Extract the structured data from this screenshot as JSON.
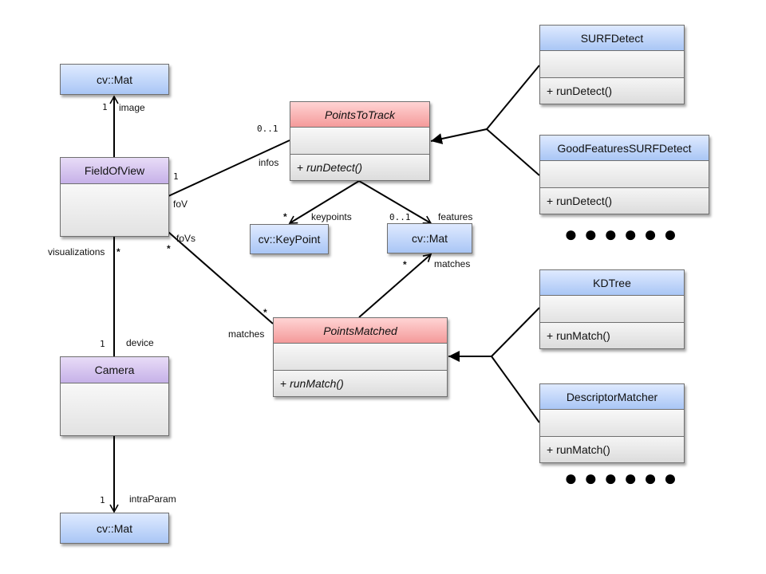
{
  "classes": {
    "cvmat_top": {
      "name": "cv::Mat"
    },
    "fieldofview": {
      "name": "FieldOfView"
    },
    "camera": {
      "name": "Camera"
    },
    "cvmat_bottom": {
      "name": "cv::Mat"
    },
    "pointstotrack": {
      "name": "PointsToTrack",
      "op": "runDetect()",
      "op_prefix": "+ "
    },
    "keypoint": {
      "name": "cv::KeyPoint"
    },
    "cvmat_mid": {
      "name": "cv::Mat"
    },
    "pointsmatched": {
      "name": "PointsMatched",
      "op": "runMatch()",
      "op_prefix": "+ "
    },
    "surfdetect": {
      "name": "SURFDetect",
      "op": "+ runDetect()"
    },
    "goodfeatures": {
      "name": "GoodFeaturesSURFDetect",
      "op": "+ runDetect()"
    },
    "kdtree": {
      "name": "KDTree",
      "op": "+ runMatch()"
    },
    "descriptormatcher": {
      "name": "DescriptorMatcher",
      "op": "+ runMatch()"
    }
  },
  "labels": {
    "image_mult": "1",
    "image": "image",
    "fov_one": "1",
    "fov": "foV",
    "infos_mult": "0..1",
    "infos": "infos",
    "fovs": "foVs",
    "fovs_star": "*",
    "visualizations": "visualizations",
    "vis_star": "*",
    "device_mult": "1",
    "device": "device",
    "intra_mult": "1",
    "intraParam": "intraParam",
    "keypoints_star": "*",
    "keypoints": "keypoints",
    "features_mult": "0..1",
    "features": "features",
    "matches_star_top": "*",
    "matches_top": "matches",
    "matches_star_left": "*",
    "matches_left": "matches"
  },
  "ellipsis": {
    "detectors": "●●●●●●",
    "matchers": "●●●●●●"
  }
}
